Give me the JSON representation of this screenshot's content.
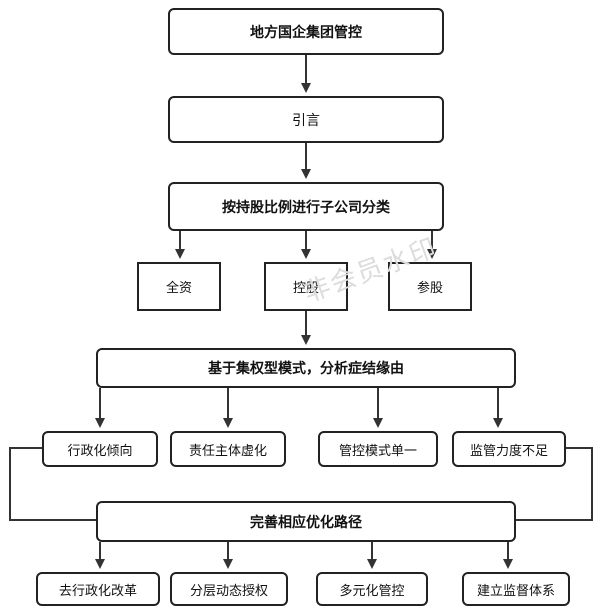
{
  "nodes": {
    "title": "地方国企集团管控",
    "intro": "引言",
    "classify": "按持股比例进行子公司分类",
    "sub": [
      "全资",
      "控股",
      "参股"
    ],
    "analysis": "基于集权型模式，分析症结缘由",
    "problems": [
      "行政化倾向",
      "责任主体虚化",
      "管控模式单一",
      "监管力度不足"
    ],
    "optimize": "完善相应优化路径",
    "solutions": [
      "去行政化改革",
      "分层动态授权",
      "多元化管控",
      "建立监督体系"
    ]
  },
  "watermark": "非会员水印",
  "colors": {
    "stroke": "#222222",
    "arrow": "#333333",
    "background": "#ffffff"
  }
}
